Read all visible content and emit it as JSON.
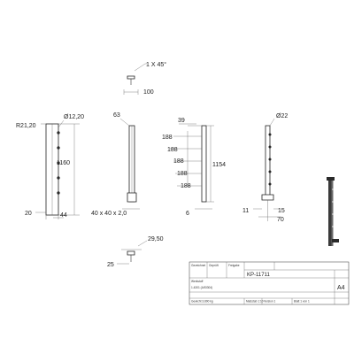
{
  "dimensions": {
    "chamfer": "1 X 45°",
    "cap_width": "100",
    "radius": "R21,20",
    "dia_left": "Ø12,20",
    "height_1160": "1160",
    "base_20": "20",
    "base_44": "44",
    "top_63": "63",
    "section": "40 x 40 x 2,0",
    "top_39": "39",
    "spacing": [
      "188",
      "188",
      "188",
      "188",
      "188"
    ],
    "height_1154": "1154",
    "base_6": "6",
    "dia_right": "Ø22",
    "off_11": "11",
    "off_15": "15",
    "off_70": "70",
    "clip_29": "29,50",
    "clip_25": "25"
  },
  "title_block": {
    "part_id": "KP-11711",
    "format": "A4",
    "r1": [
      "Gezeichnet",
      "Geprüft",
      "Freigabe"
    ],
    "r2": [
      "Werkstoff",
      "1.4301 (AISI304)"
    ],
    "r3": [
      "Gewicht 3.890 kg",
      "Maßstab 1:10",
      "Version 1",
      "Blatt 1 von 1"
    ]
  }
}
